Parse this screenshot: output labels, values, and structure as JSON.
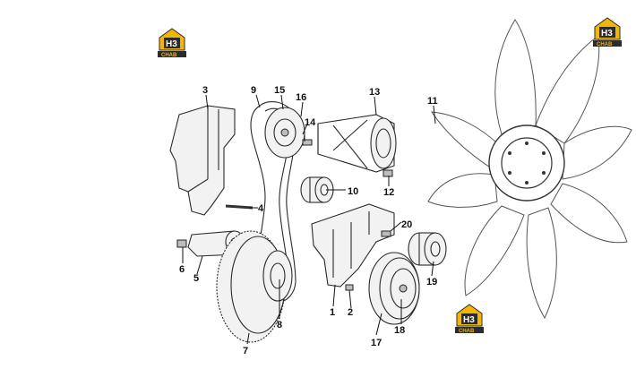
{
  "logo": {
    "text": "H3",
    "subtext": "CHAB",
    "colors": {
      "yellow": "#f2b705",
      "dark": "#2b2b2b"
    }
  },
  "callouts": {
    "c1": "1",
    "c2": "2",
    "c3": "3",
    "c4": "4",
    "c5": "5",
    "c6": "6",
    "c7": "7",
    "c8": "8",
    "c9": "9",
    "c10": "10",
    "c11": "11",
    "c12": "12",
    "c13": "13",
    "c14": "14",
    "c15": "15",
    "c16": "16",
    "c17": "17",
    "c18": "18",
    "c19": "19",
    "c20": "20"
  }
}
